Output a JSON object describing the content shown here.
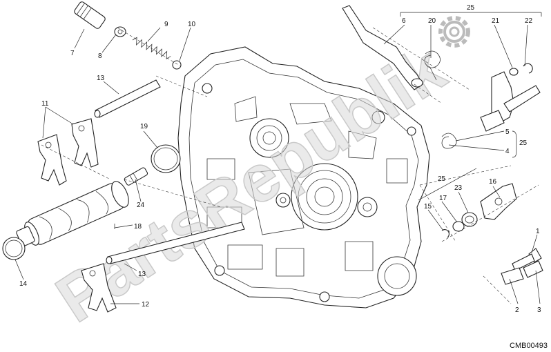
{
  "diagram": {
    "drawing_code": "CMB00493",
    "watermark_text": "PartsRepublik",
    "callouts": {
      "c1": "1",
      "c2": "2",
      "c3": "3",
      "c4": "4",
      "c5": "5",
      "c6": "6",
      "c7": "7",
      "c8": "8",
      "c9": "9",
      "c10": "10",
      "c11": "11",
      "c12": "12",
      "c13a": "13",
      "c13b": "13",
      "c14": "14",
      "c15": "15",
      "c16": "16",
      "c17": "17",
      "c18": "18",
      "c19": "19",
      "c20": "20",
      "c21": "21",
      "c22": "22",
      "c23": "23",
      "c24": "24",
      "c25a": "25",
      "c25b": "25",
      "c25c": "25"
    },
    "colors": {
      "line": "#222222",
      "watermark": "#d9d9d9",
      "background": "#ffffff"
    }
  }
}
